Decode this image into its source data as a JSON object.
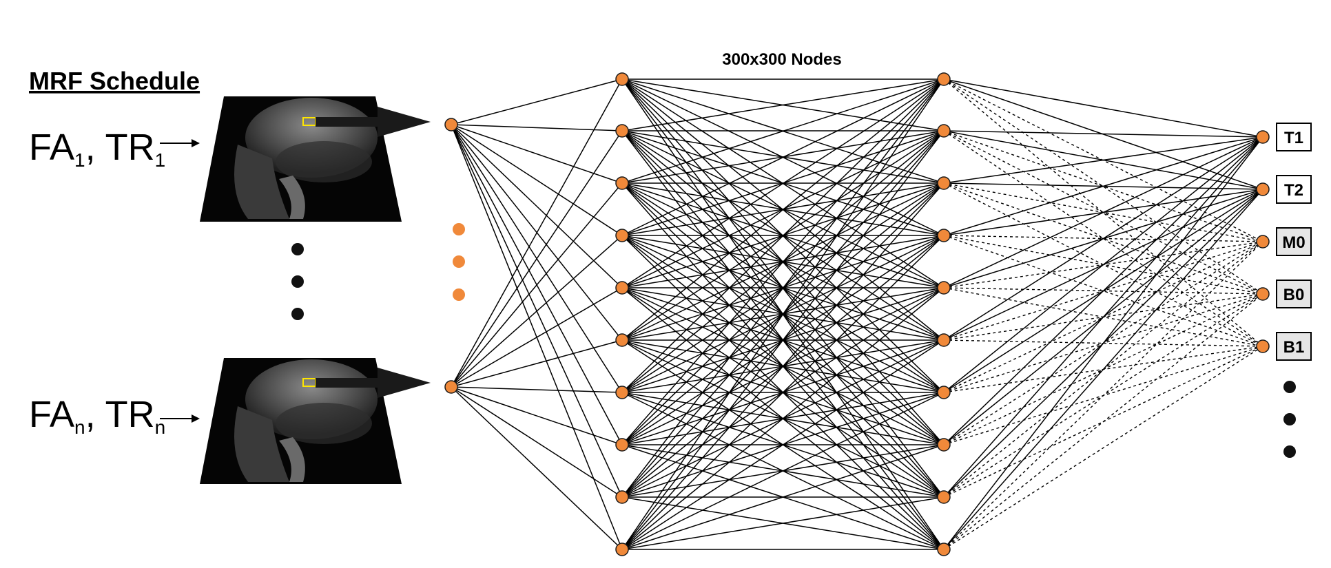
{
  "schedule": {
    "title": "MRF Schedule",
    "first": {
      "fa": "FA",
      "fa_sub": "1",
      "sep": ", ",
      "tr": "TR",
      "tr_sub": "1"
    },
    "last": {
      "fa": "FA",
      "fa_sub": "n",
      "sep": ", ",
      "tr": "TR",
      "tr_sub": "n"
    }
  },
  "hidden_layers": {
    "title": "300x300 Nodes"
  },
  "outputs": [
    {
      "label": "T1",
      "connection": "solid",
      "shaded": false
    },
    {
      "label": "T2",
      "connection": "solid",
      "shaded": false
    },
    {
      "label": "M0",
      "connection": "dashed",
      "shaded": true
    },
    {
      "label": "B0",
      "connection": "dashed",
      "shaded": true
    },
    {
      "label": "B1",
      "connection": "dashed",
      "shaded": true
    }
  ],
  "colors": {
    "node_fill": "#f0893a",
    "node_stroke": "#1a1a1a",
    "edge": "#000000",
    "arrow": "#1a1a1a",
    "roi_box": "#ffe600",
    "shaded_box": "#e6e6e6",
    "mri_background": "#050505"
  },
  "icons": [
    "sagittal-mri-brain-image",
    "arrow-right-icon",
    "ellipsis-dots"
  ]
}
